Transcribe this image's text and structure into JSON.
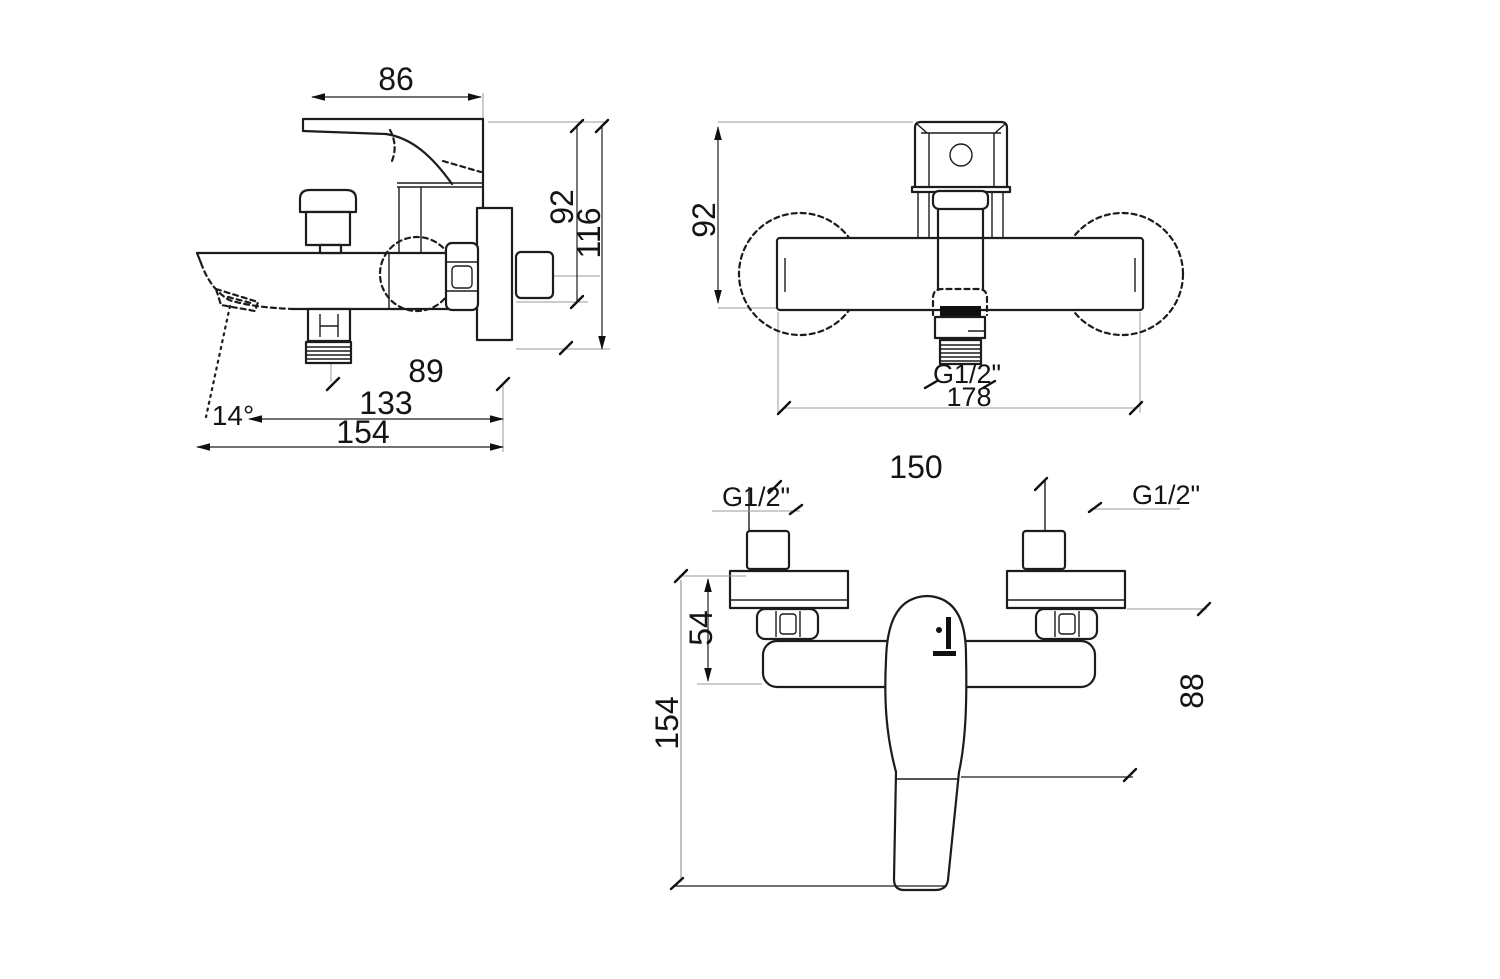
{
  "drawing": {
    "background": "#ffffff",
    "line_color": "#1c1c1c",
    "views": {
      "side": {
        "name": "bath-mixer-side-view",
        "dims": {
          "handle_width": "86",
          "height_upper": "92",
          "height_total": "116",
          "outlet_to_wall": "89",
          "spout_reach": "133",
          "spout_reach_total": "154",
          "spout_angle": "14°"
        }
      },
      "front": {
        "name": "bath-mixer-front-view",
        "dims": {
          "height": "92",
          "thread": "G1/2\"",
          "width_total": "178"
        }
      },
      "shower": {
        "name": "shower-mixer-front-view",
        "dims": {
          "centers_distance": "150",
          "thread_left": "G1/2\"",
          "thread_right": "G1/2\"",
          "rosette_depth": "54",
          "handle_reach": "154",
          "body_depth": "88"
        }
      }
    }
  }
}
